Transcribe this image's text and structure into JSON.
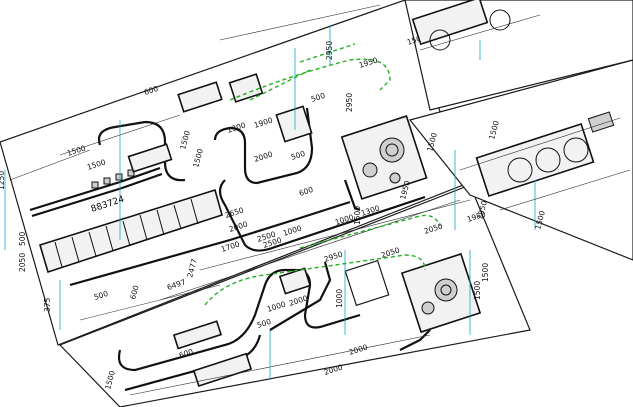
{
  "drawing": {
    "top_plan": {
      "labels": [
        "1500",
        "1500",
        "600",
        "1900",
        "2950",
        "2950",
        "1500",
        "1500",
        "1950",
        "2000",
        "500",
        "600",
        "1000",
        "1300",
        "1500",
        "1950",
        "1500",
        "883724",
        "1250",
        "500",
        "2500",
        "2050",
        "1700",
        "2477",
        "1000",
        "2650",
        "600",
        "375",
        "500",
        "6497",
        "1300",
        "500"
      ]
    },
    "bottom_plan": {
      "labels": [
        "2000",
        "2950",
        "2500",
        "1000",
        "2000",
        "1500",
        "1000",
        "500",
        "1500",
        "600",
        "2000",
        "2000",
        "1500",
        "2050",
        "2050",
        "1500",
        "1950"
      ]
    },
    "right_detail": {
      "labels": [
        "1500",
        "1500",
        "1950"
      ]
    }
  }
}
